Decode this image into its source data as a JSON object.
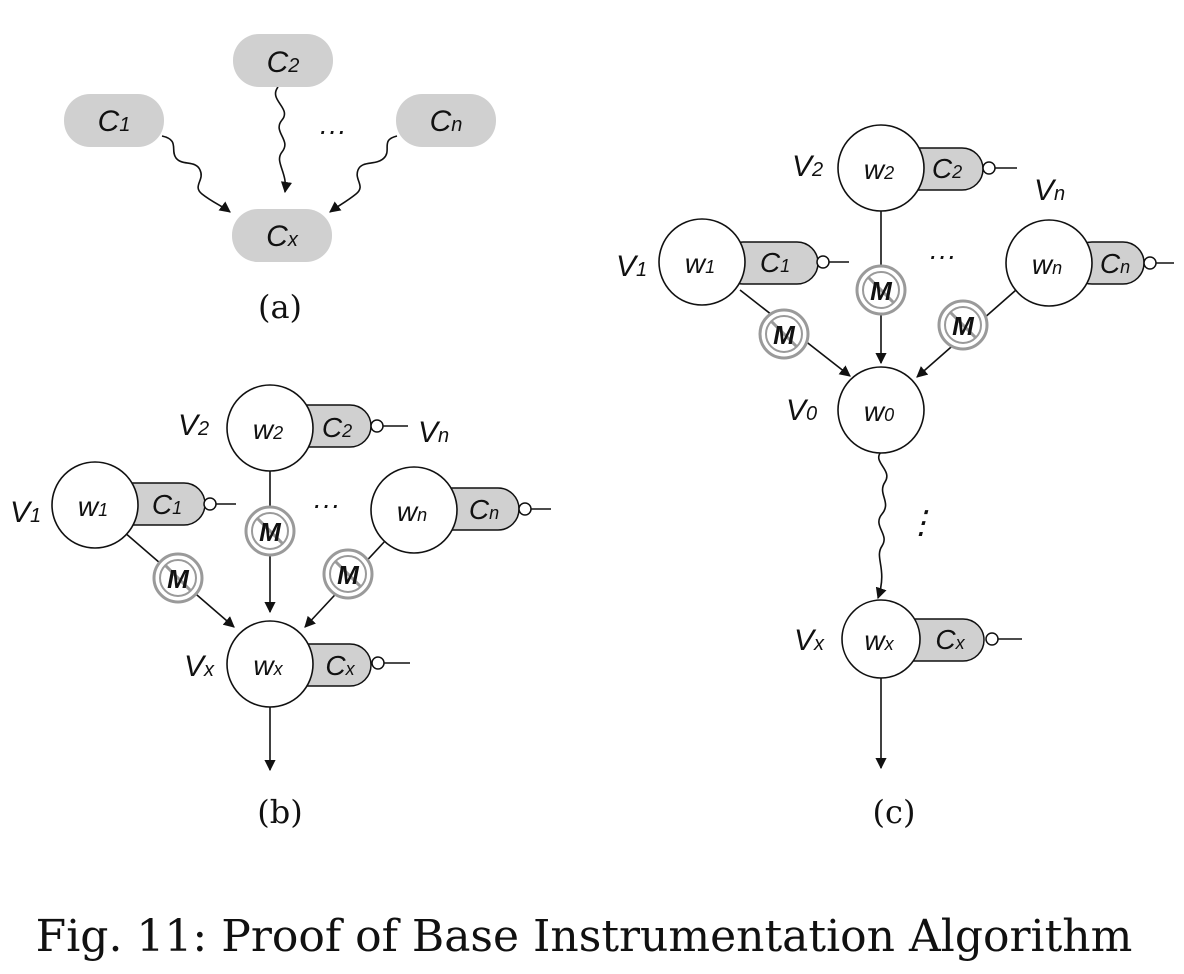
{
  "caption": "Fig. 11: Proof of Base Instrumentation Algorithm",
  "panel_a": {
    "label": "(a)",
    "c1": {
      "main": "C",
      "sub": "1"
    },
    "c2": {
      "main": "C",
      "sub": "2"
    },
    "cn": {
      "main": "C",
      "sub": "n"
    },
    "cx": {
      "main": "C",
      "sub": "x"
    },
    "ellipsis": "···"
  },
  "panel_b": {
    "label": "(b)",
    "v1": {
      "main": "V",
      "sub": "1"
    },
    "v2": {
      "main": "V",
      "sub": "2"
    },
    "vn": {
      "main": "V",
      "sub": "n"
    },
    "vx": {
      "main": "V",
      "sub": "x"
    },
    "w1": {
      "main": "w",
      "sub": "1"
    },
    "w2": {
      "main": "w",
      "sub": "2"
    },
    "wn": {
      "main": "w",
      "sub": "n"
    },
    "wx": {
      "main": "w",
      "sub": "x"
    },
    "c1": {
      "main": "C",
      "sub": "1"
    },
    "c2": {
      "main": "C",
      "sub": "2"
    },
    "cn": {
      "main": "C",
      "sub": "n"
    },
    "cx": {
      "main": "C",
      "sub": "x"
    },
    "m": "M",
    "ellipsis": "···"
  },
  "panel_c": {
    "label": "(c)",
    "v1": {
      "main": "V",
      "sub": "1"
    },
    "v2": {
      "main": "V",
      "sub": "2"
    },
    "vn": {
      "main": "V",
      "sub": "n"
    },
    "v0": {
      "main": "V",
      "sub": "0"
    },
    "vx": {
      "main": "V",
      "sub": "x"
    },
    "w1": {
      "main": "w",
      "sub": "1"
    },
    "w2": {
      "main": "w",
      "sub": "2"
    },
    "wn": {
      "main": "w",
      "sub": "n"
    },
    "w0": {
      "main": "w",
      "sub": "0"
    },
    "wx": {
      "main": "w",
      "sub": "x"
    },
    "c1": {
      "main": "C",
      "sub": "1"
    },
    "c2": {
      "main": "C",
      "sub": "2"
    },
    "cn": {
      "main": "C",
      "sub": "n"
    },
    "cx": {
      "main": "C",
      "sub": "x"
    },
    "m": "M",
    "ellipsis": "···",
    "vellipsis": "⋮"
  },
  "colors": {
    "node_fill": "#d0d0d0",
    "prohibit_ring": "#9a9a9a",
    "ink": "#111111"
  }
}
